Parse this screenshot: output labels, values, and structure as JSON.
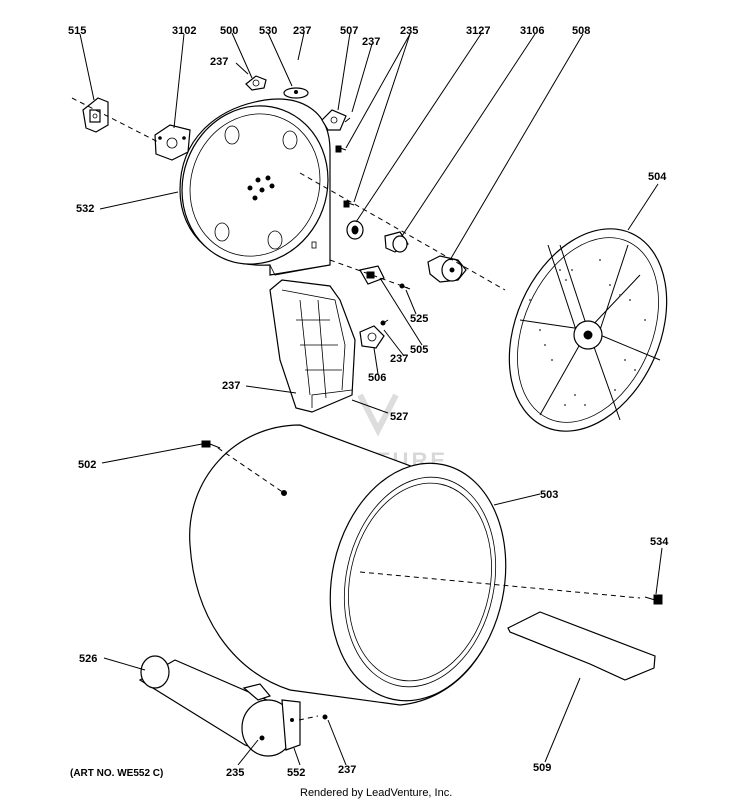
{
  "labels": {
    "l515": "515",
    "l3102": "3102",
    "l500": "500",
    "l530": "530",
    "l237_top": "237",
    "l507": "507",
    "l237_b": "237",
    "l235_top": "235",
    "l3127": "3127",
    "l3106": "3106",
    "l508": "508",
    "l237_left": "237",
    "l532": "532",
    "l504": "504",
    "l525": "525",
    "l237_mid": "237",
    "l505": "505",
    "l506": "506",
    "l237_duct": "237",
    "l527": "527",
    "l502": "502",
    "l503": "503",
    "l534": "534",
    "l526": "526",
    "l235_bot": "235",
    "l552": "552",
    "l237_bot": "237",
    "l509": "509"
  },
  "art_number": "(ART NO. WE552 C)",
  "footer": "Rendered by LeadVenture, Inc.",
  "watermark": "LEADVENTURE"
}
